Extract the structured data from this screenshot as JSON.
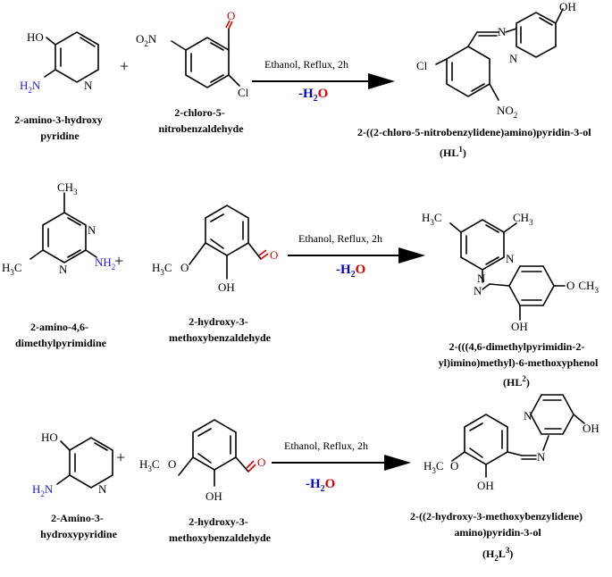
{
  "reactions": [
    {
      "reactant1": {
        "name_lines": [
          "2-amino-3-hydroxy",
          "pyridine"
        ]
      },
      "reactant2": {
        "name_lines": [
          "2-chloro-5-",
          "nitrobenzaldehyde"
        ]
      },
      "condition": "Ethanol, Reflux, 2h",
      "byproduct": {
        "minus": "-H",
        "sub": "2",
        "o": "O"
      },
      "product": {
        "name_lines": [
          "2-((2-chloro-5-nitrobenzylidene)amino)pyridin-3-ol"
        ],
        "code_main": "(HL",
        "code_sup": "1",
        "code_close": ")"
      }
    },
    {
      "reactant1": {
        "name_lines": [
          "2-amino-4,6-",
          "dimethylpyrimidine"
        ]
      },
      "reactant2": {
        "name_lines": [
          "2-hydroxy-3-",
          "methoxybenzaldehyde"
        ]
      },
      "condition": "Ethanol, Reflux, 2h",
      "byproduct": {
        "minus": "-H",
        "sub": "2",
        "o": "O"
      },
      "product": {
        "name_lines": [
          "2-(((4,6-dimethylpyrimidin-2-",
          "yl)imino)methyl)-6-methoxyphenol"
        ],
        "code_main": "(HL",
        "code_sup": "2",
        "code_close": ")"
      }
    },
    {
      "reactant1": {
        "name_lines": [
          "2-Amino-3-",
          "hydroxypyridine"
        ]
      },
      "reactant2": {
        "name_lines": [
          "2-hydroxy-3-",
          "methoxybenzaldehyde"
        ]
      },
      "condition": "Ethanol, Reflux, 2h",
      "byproduct": {
        "minus": "-H",
        "sub": "2",
        "o": "O"
      },
      "product": {
        "name_lines": [
          "2-((2-hydroxy-3-methoxybenzylidene)",
          "amino)pyridin-3-ol"
        ],
        "code_main": "(H",
        "code_sub": "2",
        "code_mid": "L",
        "code_sup": "3",
        "code_close": ")"
      }
    }
  ],
  "plus_sign": "+",
  "atoms": {
    "ho": "HO",
    "oh": "OH",
    "h2n": "H",
    "two": "2",
    "n": "N",
    "nh2_n": "NH",
    "cl": "Cl",
    "o": "O",
    "no2_o2n": "O",
    "no2_n": "N",
    "no2_lead": "O",
    "no2_tail": "NO",
    "ch3": "CH",
    "three": "3",
    "h3c": "H",
    "c": "C"
  }
}
